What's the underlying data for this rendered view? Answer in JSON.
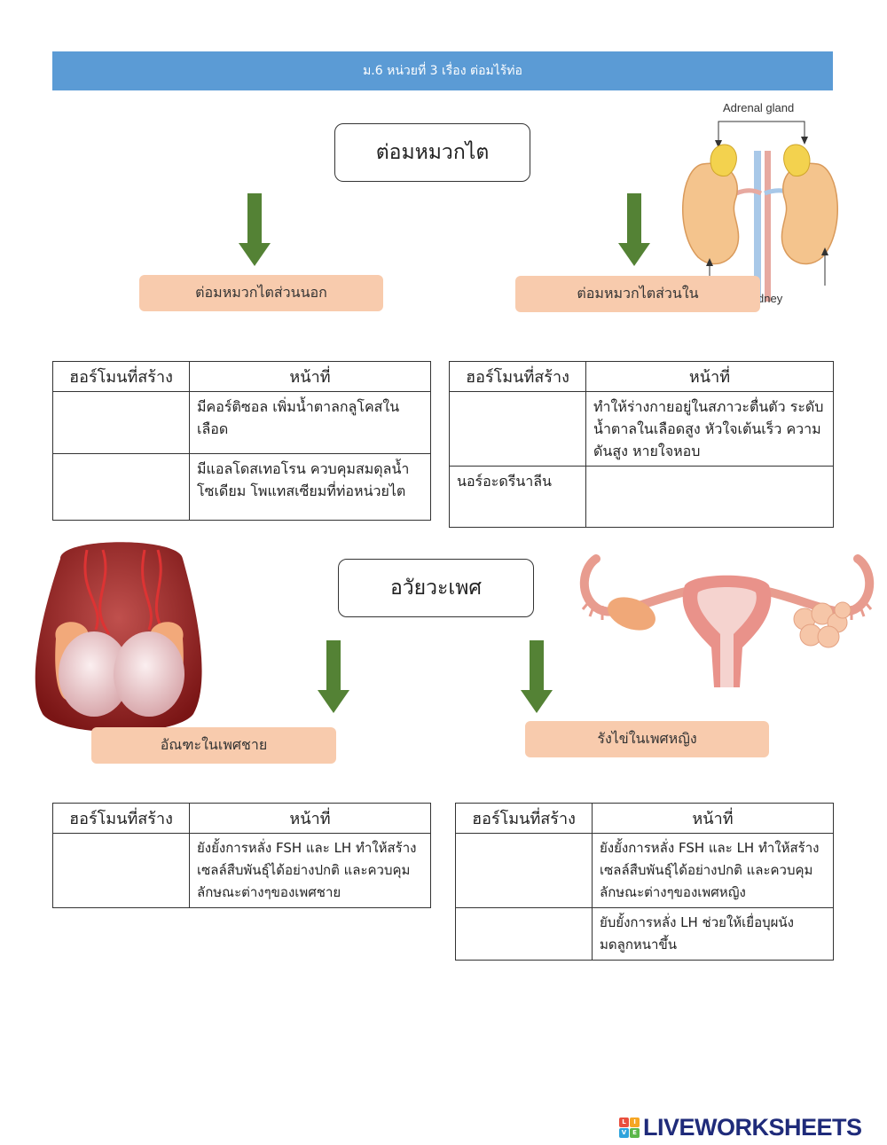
{
  "header": {
    "title": "ม.6 หน่วยที่ 3 เรื่อง ต่อมไร้ท่อ"
  },
  "adrenal": {
    "title": "ต่อมหมวกไต",
    "image_labels": {
      "top": "Adrenal gland",
      "bottom": "dney"
    },
    "left_label": "ต่อมหมวกไตส่วนนอก",
    "right_label": "ต่อมหมวกไตส่วนใน",
    "left_table": {
      "headers": [
        "ฮอร์โมนที่สร้าง",
        "หน้าที่"
      ],
      "rows": [
        {
          "hormone": "",
          "function": "มีคอร์ติซอล เพิ่มน้ำตาลกลูโคสในเลือด"
        },
        {
          "hormone": "",
          "function": "มีแอลโดสเทอโรน ควบคุมสมดุลน้ำ โซเดียม โพแทสเซียมที่ท่อหน่วยไต"
        }
      ]
    },
    "right_table": {
      "headers": [
        "ฮอร์โมนที่สร้าง",
        "หน้าที่"
      ],
      "rows": [
        {
          "hormone": "",
          "function": "ทำให้ร่างกายอยู่ในสภาวะตื่นตัว ระดับน้ำตาลในเลือดสูง หัวใจเต้นเร็ว ความดันสูง หายใจหอบ"
        },
        {
          "hormone": "นอร์อะดรีนาลีน",
          "function": ""
        }
      ]
    }
  },
  "gonads": {
    "title": "อวัยวะเพศ",
    "left_label": "อัณฑะในเพศชาย",
    "right_label": "รังไข่ในเพศหญิง",
    "left_table": {
      "headers": [
        "ฮอร์โมนที่สร้าง",
        "หน้าที่"
      ],
      "rows": [
        {
          "hormone": "",
          "function": "ยังยั้งการหลั่ง FSH และ LH ทำให้สร้างเซลล์สืบพันธุ์ได้อย่างปกติ และควบคุมลักษณะต่างๆของเพศชาย"
        }
      ]
    },
    "right_table": {
      "headers": [
        "ฮอร์โมนที่สร้าง",
        "หน้าที่"
      ],
      "rows": [
        {
          "hormone": "",
          "function": "ยังยั้งการหลั่ง FSH และ LH ทำให้สร้างเซลล์สืบพันธุ์ได้อย่างปกติ และควบคุมลักษณะต่างๆของเพศหญิง"
        },
        {
          "hormone": "",
          "function": "ยับยั้งการหลั่ง LH ช่วยให้เยื่อบุผนังมดลูกหนาขึ้น"
        }
      ]
    }
  },
  "footer": {
    "logo_text": "LIVEWORKSHEETS",
    "badge_letters": [
      "L",
      "I",
      "V",
      "E"
    ]
  },
  "colors": {
    "header": "#5b9bd5",
    "label": "#f8cbad",
    "arrow": "#548235"
  }
}
